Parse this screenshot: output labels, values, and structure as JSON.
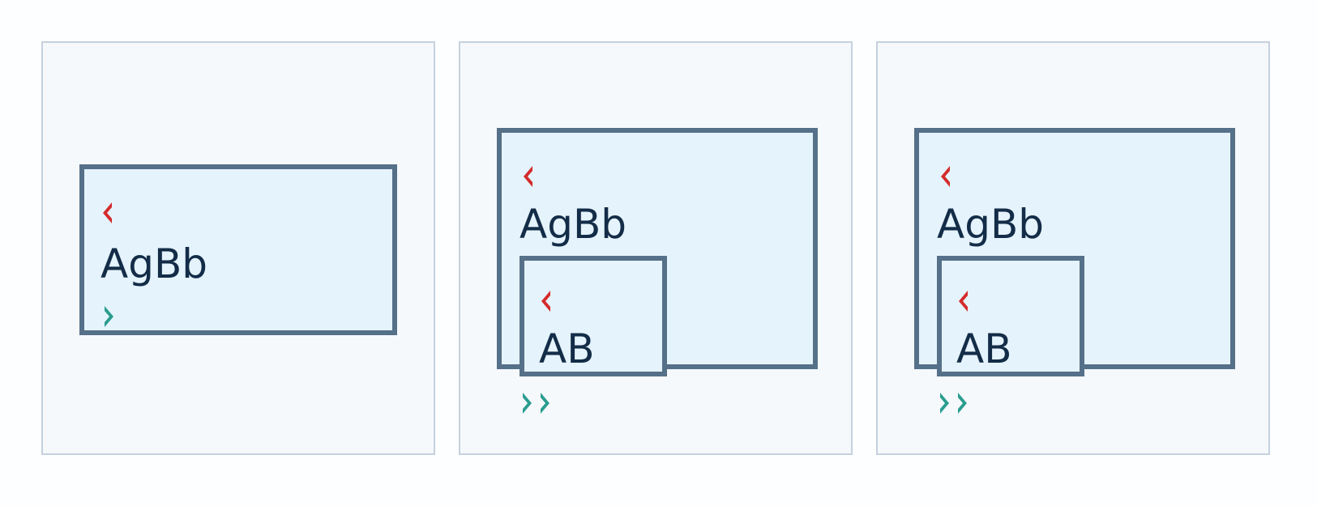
{
  "colors": {
    "background": "#fdfeff",
    "panel_fill": "#f5f9fc",
    "panel_border": "#c5d1de",
    "box_fill": "#e5f3fc",
    "box_border": "#557089",
    "text": "#132c47",
    "open_marker": "#d42b2b",
    "close_marker": "#2a9d8f"
  },
  "panels": [
    {
      "outer_box": {
        "text": "AgBb",
        "open_marker": "red-left-chevron-icon",
        "close_marker": "teal-right-chevron-icon"
      }
    },
    {
      "outer_box": {
        "text": "AgBb",
        "open_marker": "red-left-chevron-icon"
      },
      "inner_box": {
        "text": "AB",
        "open_marker": "red-left-chevron-icon"
      },
      "trailing_markers": [
        "teal-right-chevron-icon",
        "teal-right-chevron-icon"
      ]
    },
    {
      "outer_box": {
        "text": "AgBb",
        "open_marker": "red-left-chevron-icon"
      },
      "inner_box": {
        "text": "AB",
        "open_marker": "red-left-chevron-icon"
      },
      "trailing_markers": [
        "teal-right-chevron-icon",
        "teal-right-chevron-icon"
      ]
    }
  ]
}
